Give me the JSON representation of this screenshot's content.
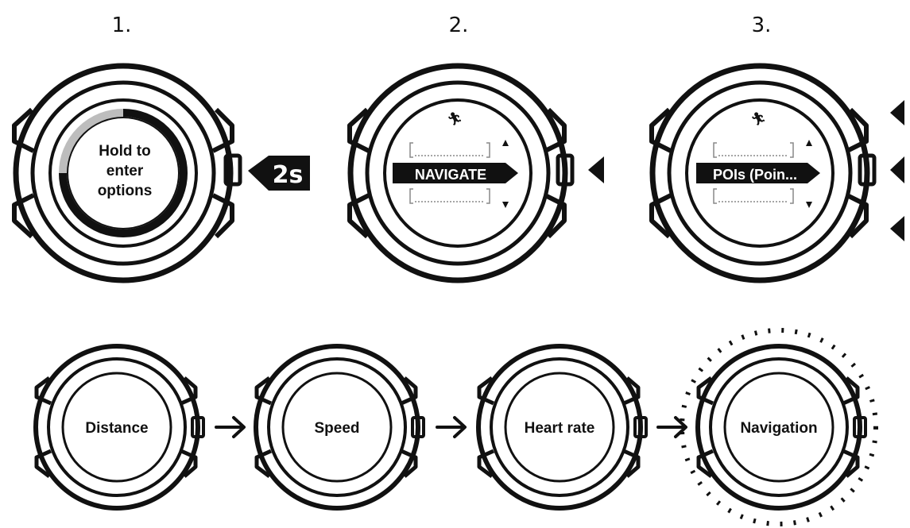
{
  "steps": [
    {
      "number": "1.",
      "screen_lines": [
        "Hold to",
        "enter",
        "options"
      ],
      "button_badge": "2s"
    },
    {
      "number": "2.",
      "selected": "NAVIGATE"
    },
    {
      "number": "3.",
      "selected": "POIs (Poin..."
    }
  ],
  "display_sequence": [
    "Distance",
    "Speed",
    "Heart rate",
    "Navigation"
  ],
  "colors": {
    "ink": "#111111",
    "paper": "#ffffff",
    "progress": "#bdbdbd"
  }
}
